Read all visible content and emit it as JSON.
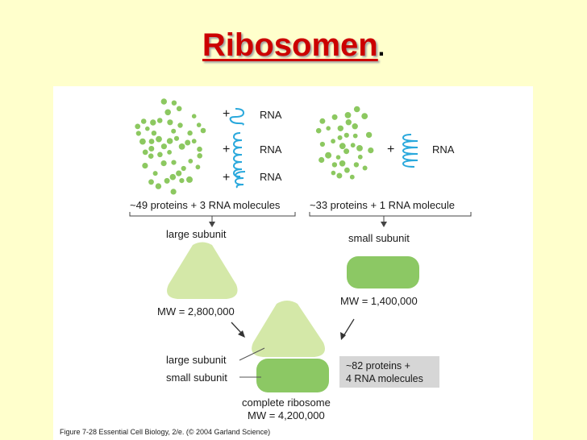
{
  "slide": {
    "title": "Ribosomen",
    "title_period": "."
  },
  "figure": {
    "large_complex": {
      "rna_labels": [
        "RNA",
        "RNA",
        "RNA"
      ],
      "plus_signs": [
        "+",
        "+",
        "+"
      ],
      "caption": "~49 proteins + 3 RNA molecules",
      "subunit_label": "large subunit",
      "mw": "MW = 2,800,000"
    },
    "small_complex": {
      "rna_label": "RNA",
      "plus_sign": "+",
      "caption": "~33 proteins + 1 RNA molecule",
      "subunit_label": "small subunit",
      "mw": "MW = 1,400,000"
    },
    "assembled": {
      "large_label": "large subunit",
      "small_label": "small subunit",
      "box_line1": "~82 proteins +",
      "box_line2": "4 RNA molecules",
      "name": "complete ribosome",
      "mw": "MW = 4,200,000"
    },
    "credit": "Figure 7-28  Essential Cell Biology, 2/e. (© 2004 Garland Science)"
  },
  "colors": {
    "title_red": "#cc0000",
    "background": "#ffffcc",
    "protein_green": "#8cc860",
    "large_subunit_fill": "#d4e8a8",
    "small_subunit_fill": "#8cc864",
    "rna_blue": "#29a8dc",
    "info_box_gray": "#d6d6d6"
  }
}
